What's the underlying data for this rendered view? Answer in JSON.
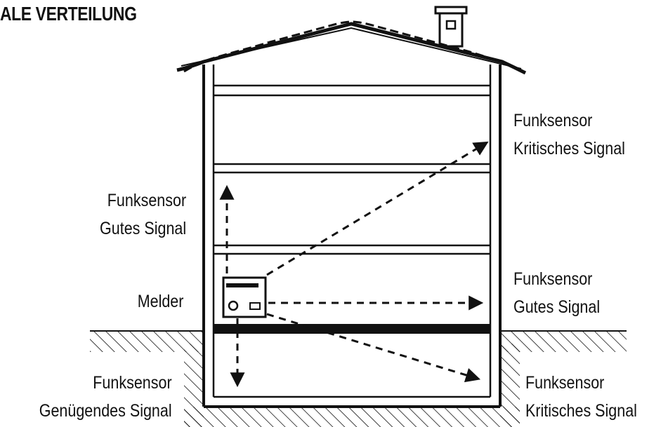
{
  "title": "ALE VERTEILUNG",
  "labels": {
    "upper_right": {
      "line1": "Funksensor",
      "line2": "Kritisches Signal"
    },
    "upper_left": {
      "line1": "Funksensor",
      "line2": "Gutes Signal"
    },
    "melder": "Melder",
    "middle_right": {
      "line1": "Funksensor",
      "line2": "Gutes Signal"
    },
    "lower_left": {
      "line1": "Funksensor",
      "line2": "Genügendes Signal"
    },
    "lower_right": {
      "line1": "Funksensor",
      "line2": "Kritisches Signal"
    }
  },
  "colors": {
    "ink": "#111111",
    "background": "#ffffff"
  }
}
